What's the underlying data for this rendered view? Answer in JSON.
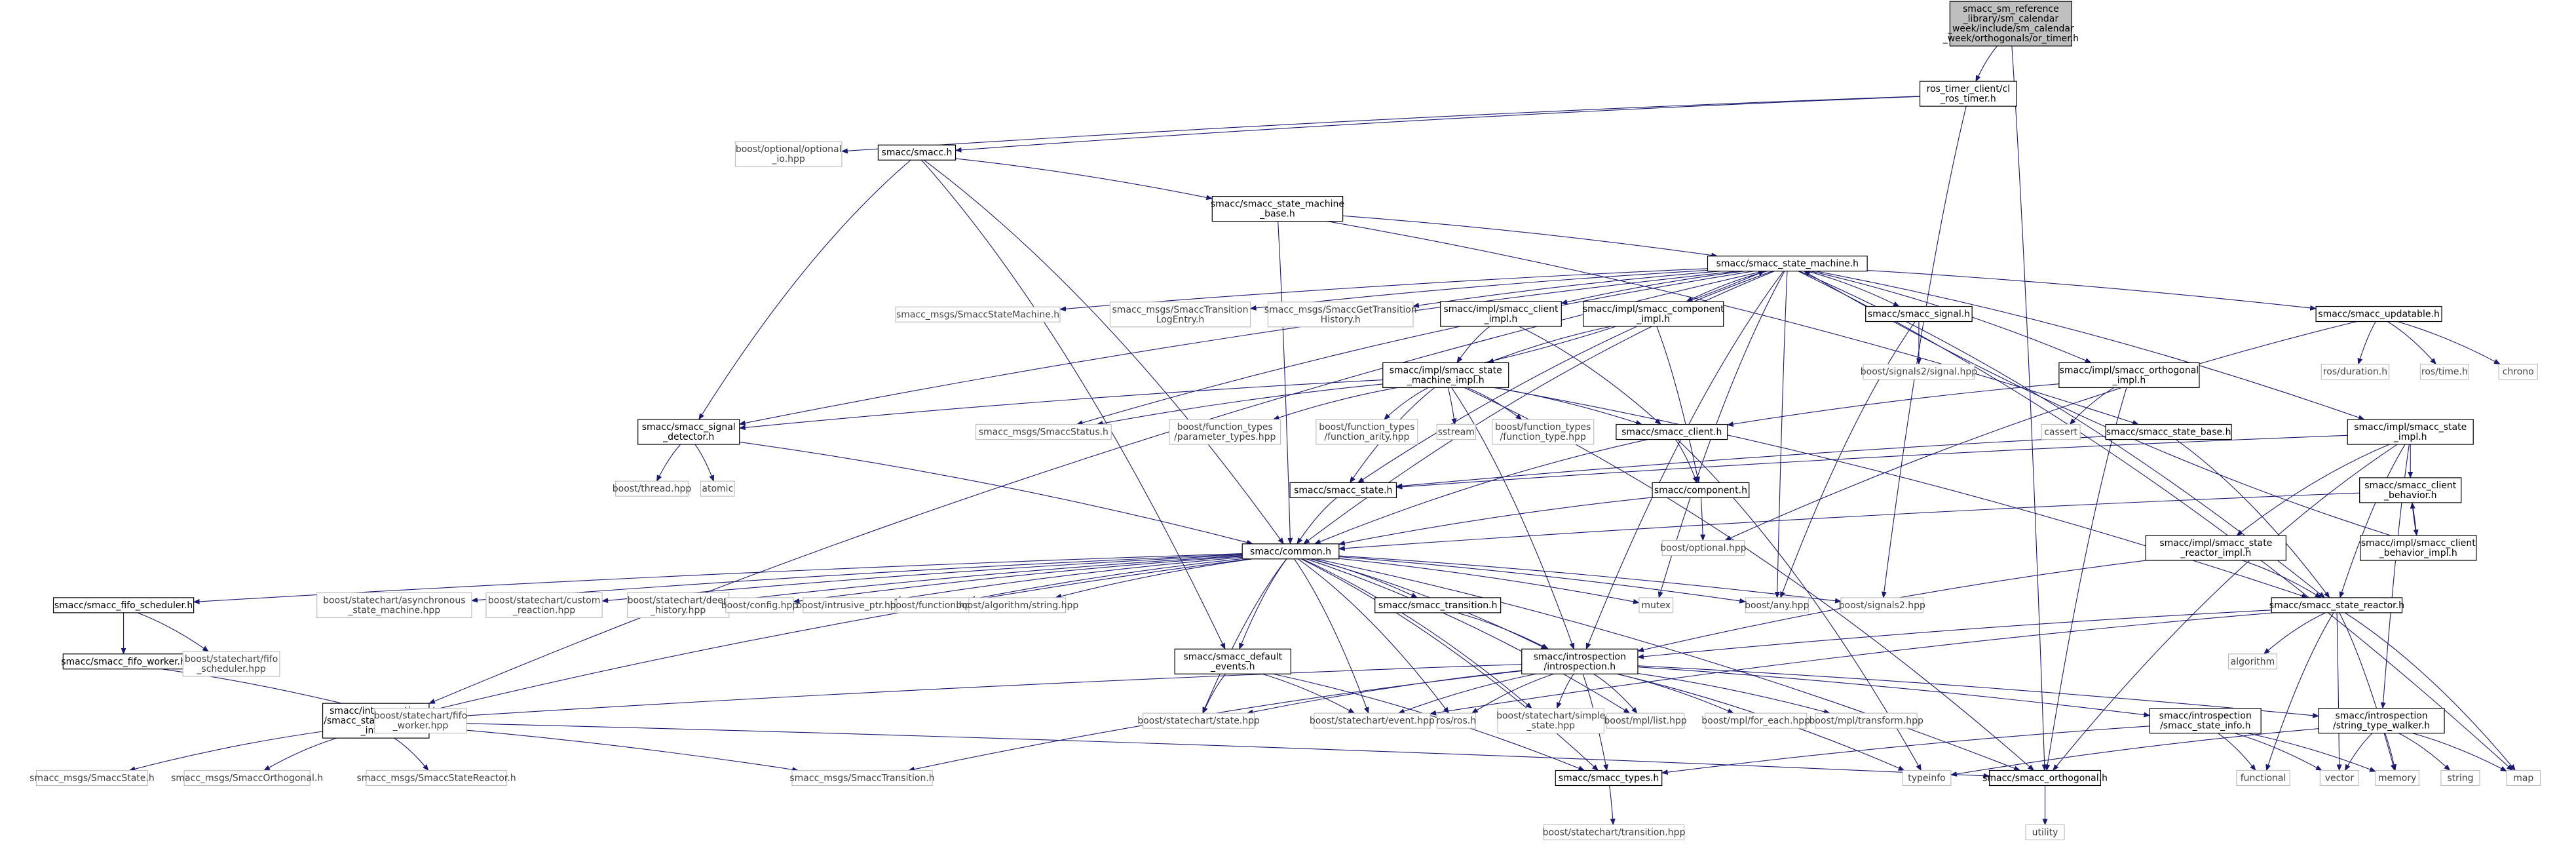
{
  "colors": {
    "background": "#ffffff",
    "edge": "#191970",
    "node_border": "#000000",
    "external_node_border": "#bfbfbf",
    "root_fill": "#bfbfbf"
  },
  "nodes": {
    "root": {
      "lines": [
        "smacc_sm_reference",
        "_library/sm_calendar",
        "_week/include/sm_calendar",
        "_week/orthogonals/or_timer.h"
      ],
      "kind": "root"
    },
    "ros_timer": {
      "lines": [
        "ros_timer_client/cl",
        "_ros_timer.h"
      ],
      "kind": "local"
    },
    "boost_optional_io": {
      "lines": [
        "boost/optional/optional",
        "_io.hpp"
      ],
      "kind": "external"
    },
    "smacc_h": {
      "lines": [
        "smacc/smacc.h"
      ],
      "kind": "local"
    },
    "sm_base": {
      "lines": [
        "smacc/smacc_state_machine",
        "_base.h"
      ],
      "kind": "local"
    },
    "sm_h": {
      "lines": [
        "smacc/smacc_state_machine.h"
      ],
      "kind": "local"
    },
    "msgs_statemachine": {
      "lines": [
        "smacc_msgs/SmaccStateMachine.h"
      ],
      "kind": "external"
    },
    "msgs_translog": {
      "lines": [
        "smacc_msgs/SmaccTransition",
        "LogEntry.h"
      ],
      "kind": "external"
    },
    "msgs_gettrans": {
      "lines": [
        "smacc_msgs/SmaccGetTransition",
        "History.h"
      ],
      "kind": "external"
    },
    "client_impl": {
      "lines": [
        "smacc/impl/smacc_client",
        "_impl.h"
      ],
      "kind": "local"
    },
    "component_impl": {
      "lines": [
        "smacc/impl/smacc_component",
        "_impl.h"
      ],
      "kind": "local"
    },
    "signal_h": {
      "lines": [
        "smacc/smacc_signal.h"
      ],
      "kind": "local"
    },
    "signals2_signal": {
      "lines": [
        "boost/signals2/signal.hpp"
      ],
      "kind": "external"
    },
    "updatable": {
      "lines": [
        "smacc/smacc_updatable.h"
      ],
      "kind": "local"
    },
    "ros_duration": {
      "lines": [
        "ros/duration.h"
      ],
      "kind": "external"
    },
    "ros_time": {
      "lines": [
        "ros/time.h"
      ],
      "kind": "external"
    },
    "chrono": {
      "lines": [
        "chrono"
      ],
      "kind": "external"
    },
    "sm_impl": {
      "lines": [
        "smacc/impl/smacc_state",
        "_machine_impl.h"
      ],
      "kind": "local"
    },
    "orth_impl": {
      "lines": [
        "smacc/impl/smacc_orthogonal",
        "_impl.h"
      ],
      "kind": "local"
    },
    "cassert": {
      "lines": [
        "cassert"
      ],
      "kind": "external"
    },
    "signal_detector": {
      "lines": [
        "smacc/smacc_signal",
        "_detector.h"
      ],
      "kind": "local"
    },
    "msgs_status": {
      "lines": [
        "smacc_msgs/SmaccStatus.h"
      ],
      "kind": "external"
    },
    "ft_param": {
      "lines": [
        "boost/function_types",
        "/parameter_types.hpp"
      ],
      "kind": "external"
    },
    "ft_arity": {
      "lines": [
        "boost/function_types",
        "/function_arity.hpp"
      ],
      "kind": "external"
    },
    "sstream": {
      "lines": [
        "sstream"
      ],
      "kind": "external"
    },
    "ft_type": {
      "lines": [
        "boost/function_types",
        "/function_type.hpp"
      ],
      "kind": "external"
    },
    "client_h": {
      "lines": [
        "smacc/smacc_client.h"
      ],
      "kind": "local"
    },
    "state_base": {
      "lines": [
        "smacc/smacc_state_base.h"
      ],
      "kind": "local"
    },
    "state_impl": {
      "lines": [
        "smacc/impl/smacc_state",
        "_impl.h"
      ],
      "kind": "local"
    },
    "boost_thread": {
      "lines": [
        "boost/thread.hpp"
      ],
      "kind": "external"
    },
    "atomic": {
      "lines": [
        "atomic"
      ],
      "kind": "external"
    },
    "state_h": {
      "lines": [
        "smacc/smacc_state.h"
      ],
      "kind": "local"
    },
    "component_h": {
      "lines": [
        "smacc/component.h"
      ],
      "kind": "local"
    },
    "client_behavior": {
      "lines": [
        "smacc/smacc_client",
        "_behavior.h"
      ],
      "kind": "local"
    },
    "boost_optional": {
      "lines": [
        "boost/optional.hpp"
      ],
      "kind": "external"
    },
    "client_behavior_impl": {
      "lines": [
        "smacc/impl/smacc_client",
        "_behavior_impl.h"
      ],
      "kind": "local"
    },
    "reactor_impl": {
      "lines": [
        "smacc/impl/smacc_state",
        "_reactor_impl.h"
      ],
      "kind": "local"
    },
    "common_h": {
      "lines": [
        "smacc/common.h"
      ],
      "kind": "local"
    },
    "fifo_scheduler": {
      "lines": [
        "smacc/smacc_fifo_scheduler.h"
      ],
      "kind": "local"
    },
    "sc_async": {
      "lines": [
        "boost/statechart/asynchronous",
        "_state_machine.hpp"
      ],
      "kind": "external"
    },
    "sc_custom": {
      "lines": [
        "boost/statechart/custom",
        "_reaction.hpp"
      ],
      "kind": "external"
    },
    "sc_deep": {
      "lines": [
        "boost/statechart/deep",
        "_history.hpp"
      ],
      "kind": "external"
    },
    "boost_config": {
      "lines": [
        "boost/config.hpp"
      ],
      "kind": "external"
    },
    "intrusive_ptr": {
      "lines": [
        "boost/intrusive_ptr.hpp"
      ],
      "kind": "external"
    },
    "boost_function": {
      "lines": [
        "boost/function.hpp"
      ],
      "kind": "external"
    },
    "alg_string": {
      "lines": [
        "boost/algorithm/string.hpp"
      ],
      "kind": "external"
    },
    "transition_h": {
      "lines": [
        "smacc/smacc_transition.h"
      ],
      "kind": "local"
    },
    "mutex": {
      "lines": [
        "mutex"
      ],
      "kind": "external"
    },
    "boost_any": {
      "lines": [
        "boost/any.hpp"
      ],
      "kind": "external"
    },
    "boost_signals2": {
      "lines": [
        "boost/signals2.hpp"
      ],
      "kind": "external"
    },
    "state_reactor": {
      "lines": [
        "smacc/smacc_state_reactor.h"
      ],
      "kind": "local"
    },
    "fifo_worker": {
      "lines": [
        "smacc/smacc_fifo_worker.h"
      ],
      "kind": "local"
    },
    "sc_fifo_sched": {
      "lines": [
        "boost/statechart/fifo",
        "_scheduler.hpp"
      ],
      "kind": "external"
    },
    "default_events": {
      "lines": [
        "smacc/smacc_default",
        "_events.h"
      ],
      "kind": "local"
    },
    "introspection": {
      "lines": [
        "smacc/introspection",
        "/introspection.h"
      ],
      "kind": "local"
    },
    "algorithm": {
      "lines": [
        "algorithm"
      ],
      "kind": "external"
    },
    "sm_info": {
      "lines": [
        "smacc/introspection",
        "/smacc_state_machine",
        "_info.h"
      ],
      "kind": "local"
    },
    "sc_fifo_worker": {
      "lines": [
        "boost/statechart/fifo",
        "_worker.hpp"
      ],
      "kind": "external"
    },
    "sc_state": {
      "lines": [
        "boost/statechart/state.hpp"
      ],
      "kind": "external"
    },
    "sc_event": {
      "lines": [
        "boost/statechart/event.hpp"
      ],
      "kind": "external"
    },
    "ros_h": {
      "lines": [
        "ros/ros.h"
      ],
      "kind": "external"
    },
    "sc_simple_state": {
      "lines": [
        "boost/statechart/simple",
        "_state.hpp"
      ],
      "kind": "external"
    },
    "mpl_list": {
      "lines": [
        "boost/mpl/list.hpp"
      ],
      "kind": "external"
    },
    "mpl_foreach": {
      "lines": [
        "boost/mpl/for_each.hpp"
      ],
      "kind": "external"
    },
    "mpl_transform": {
      "lines": [
        "boost/mpl/transform.hpp"
      ],
      "kind": "external"
    },
    "state_info": {
      "lines": [
        "smacc/introspection",
        "/smacc_state_info.h"
      ],
      "kind": "local"
    },
    "string_walker": {
      "lines": [
        "smacc/introspection",
        "/string_type_walker.h"
      ],
      "kind": "local"
    },
    "msgs_state": {
      "lines": [
        "smacc_msgs/SmaccState.h"
      ],
      "kind": "external"
    },
    "msgs_orthogonal": {
      "lines": [
        "smacc_msgs/SmaccOrthogonal.h"
      ],
      "kind": "external"
    },
    "msgs_reactor": {
      "lines": [
        "smacc_msgs/SmaccStateReactor.h"
      ],
      "kind": "external"
    },
    "msgs_transition": {
      "lines": [
        "smacc_msgs/SmaccTransition.h"
      ],
      "kind": "external"
    },
    "types_h": {
      "lines": [
        "smacc/smacc_types.h"
      ],
      "kind": "local"
    },
    "orthogonal_h": {
      "lines": [
        "smacc/smacc_orthogonal.h"
      ],
      "kind": "local"
    },
    "typeinfo": {
      "lines": [
        "typeinfo"
      ],
      "kind": "external"
    },
    "functional": {
      "lines": [
        "functional"
      ],
      "kind": "external"
    },
    "vector": {
      "lines": [
        "vector"
      ],
      "kind": "external"
    },
    "memory": {
      "lines": [
        "memory"
      ],
      "kind": "external"
    },
    "string": {
      "lines": [
        "string"
      ],
      "kind": "external"
    },
    "map": {
      "lines": [
        "map"
      ],
      "kind": "external"
    },
    "sc_transition": {
      "lines": [
        "boost/statechart/transition.hpp"
      ],
      "kind": "external"
    },
    "utility": {
      "lines": [
        "utility"
      ],
      "kind": "external"
    }
  },
  "edges": [
    [
      "root",
      "ros_timer"
    ],
    [
      "root",
      "orthogonal_h"
    ],
    [
      "ros_timer",
      "boost_optional_io"
    ],
    [
      "ros_timer",
      "smacc_h"
    ],
    [
      "ros_timer",
      "boost_signals2"
    ],
    [
      "smacc_h",
      "sm_base"
    ],
    [
      "smacc_h",
      "common_h"
    ],
    [
      "smacc_h",
      "signal_detector"
    ],
    [
      "smacc_h",
      "default_events"
    ],
    [
      "sm_base",
      "sm_h"
    ],
    [
      "sm_base",
      "common_h"
    ],
    [
      "sm_base",
      "state_base"
    ],
    [
      "sm_h",
      "msgs_statemachine"
    ],
    [
      "sm_h",
      "msgs_translog"
    ],
    [
      "sm_h",
      "msgs_gettrans"
    ],
    [
      "sm_h",
      "client_impl"
    ],
    [
      "sm_h",
      "component_impl"
    ],
    [
      "sm_h",
      "signal_h"
    ],
    [
      "sm_h",
      "updatable"
    ],
    [
      "sm_h",
      "orth_impl"
    ],
    [
      "sm_h",
      "state_impl"
    ],
    [
      "sm_h",
      "msgs_status"
    ],
    [
      "sm_h",
      "common_h"
    ],
    [
      "sm_h",
      "state_h"
    ],
    [
      "sm_h",
      "introspection"
    ],
    [
      "sm_h",
      "mutex"
    ],
    [
      "sm_h",
      "boost_any"
    ],
    [
      "sm_h",
      "state_reactor"
    ],
    [
      "sm_h",
      "map"
    ],
    [
      "sm_h",
      "sm_info"
    ],
    [
      "sm_h",
      "signal_detector"
    ],
    [
      "client_impl",
      "sm_impl"
    ],
    [
      "client_impl",
      "client_h"
    ],
    [
      "component_impl",
      "sm_impl"
    ],
    [
      "component_impl",
      "component_h"
    ],
    [
      "signal_h",
      "signals2_signal"
    ],
    [
      "signal_h",
      "boost_any"
    ],
    [
      "updatable",
      "ros_duration"
    ],
    [
      "updatable",
      "ros_time"
    ],
    [
      "updatable",
      "chrono"
    ],
    [
      "updatable",
      "boost_optional"
    ],
    [
      "orth_impl",
      "client_h"
    ],
    [
      "orth_impl",
      "cassert"
    ],
    [
      "orth_impl",
      "orthogonal_h"
    ],
    [
      "sm_impl",
      "sm_h"
    ],
    [
      "sm_impl",
      "signal_detector"
    ],
    [
      "sm_impl",
      "msgs_status"
    ],
    [
      "sm_impl",
      "ft_param"
    ],
    [
      "sm_impl",
      "ft_arity"
    ],
    [
      "sm_impl",
      "sstream"
    ],
    [
      "sm_impl",
      "ft_type"
    ],
    [
      "sm_impl",
      "client_h"
    ],
    [
      "sm_impl",
      "state_h"
    ],
    [
      "sm_impl",
      "introspection"
    ],
    [
      "sm_impl",
      "state_reactor"
    ],
    [
      "sm_impl",
      "orthogonal_h"
    ],
    [
      "signal_detector",
      "boost_thread"
    ],
    [
      "signal_detector",
      "atomic"
    ],
    [
      "signal_detector",
      "common_h"
    ],
    [
      "client_h",
      "common_h"
    ],
    [
      "client_h",
      "component_h"
    ],
    [
      "client_h",
      "typeinfo"
    ],
    [
      "state_base",
      "state_h"
    ],
    [
      "state_base",
      "state_reactor"
    ],
    [
      "state_impl",
      "state_h"
    ],
    [
      "state_impl",
      "client_behavior"
    ],
    [
      "state_impl",
      "reactor_impl"
    ],
    [
      "state_impl",
      "orthogonal_h"
    ],
    [
      "state_impl",
      "state_reactor"
    ],
    [
      "state_impl",
      "string_walker"
    ],
    [
      "state_h",
      "common_h"
    ],
    [
      "component_h",
      "common_h"
    ],
    [
      "component_h",
      "boost_optional"
    ],
    [
      "client_behavior",
      "common_h"
    ],
    [
      "client_behavior",
      "client_behavior_impl"
    ],
    [
      "client_behavior_impl",
      "client_behavior"
    ],
    [
      "client_behavior_impl",
      "sm_h"
    ],
    [
      "reactor_impl",
      "state_reactor"
    ],
    [
      "reactor_impl",
      "introspection"
    ],
    [
      "common_h",
      "sc_async"
    ],
    [
      "common_h",
      "sc_custom"
    ],
    [
      "common_h",
      "sc_deep"
    ],
    [
      "common_h",
      "boost_config"
    ],
    [
      "common_h",
      "intrusive_ptr"
    ],
    [
      "common_h",
      "boost_function"
    ],
    [
      "common_h",
      "alg_string"
    ],
    [
      "common_h",
      "transition_h"
    ],
    [
      "common_h",
      "mutex"
    ],
    [
      "common_h",
      "boost_any"
    ],
    [
      "common_h",
      "boost_signals2"
    ],
    [
      "common_h",
      "fifo_scheduler"
    ],
    [
      "common_h",
      "default_events"
    ],
    [
      "common_h",
      "introspection"
    ],
    [
      "common_h",
      "sc_state"
    ],
    [
      "common_h",
      "sc_event"
    ],
    [
      "common_h",
      "ros_h"
    ],
    [
      "common_h",
      "sc_simple_state"
    ],
    [
      "common_h",
      "mpl_list"
    ],
    [
      "common_h",
      "types_h"
    ],
    [
      "common_h",
      "orthogonal_h"
    ],
    [
      "common_h",
      "sm_info"
    ],
    [
      "fifo_scheduler",
      "fifo_worker"
    ],
    [
      "fifo_scheduler",
      "sc_fifo_sched"
    ],
    [
      "fifo_worker",
      "sc_fifo_worker"
    ],
    [
      "transition_h",
      "introspection"
    ],
    [
      "state_reactor",
      "introspection"
    ],
    [
      "state_reactor",
      "algorithm"
    ],
    [
      "state_reactor",
      "functional"
    ],
    [
      "state_reactor",
      "vector"
    ],
    [
      "state_reactor",
      "memory"
    ],
    [
      "state_reactor",
      "map"
    ],
    [
      "state_reactor",
      "sc_event"
    ],
    [
      "default_events",
      "sc_state"
    ],
    [
      "default_events",
      "sc_event"
    ],
    [
      "default_events",
      "types_h"
    ],
    [
      "introspection",
      "sc_state"
    ],
    [
      "introspection",
      "sc_event"
    ],
    [
      "introspection",
      "ros_h"
    ],
    [
      "introspection",
      "sc_simple_state"
    ],
    [
      "introspection",
      "mpl_list"
    ],
    [
      "introspection",
      "mpl_foreach"
    ],
    [
      "introspection",
      "mpl_transform"
    ],
    [
      "introspection",
      "typeinfo"
    ],
    [
      "introspection",
      "state_info"
    ],
    [
      "introspection",
      "string_walker"
    ],
    [
      "introspection",
      "types_h"
    ],
    [
      "introspection",
      "msgs_transition"
    ],
    [
      "introspection",
      "sm_info"
    ],
    [
      "sm_info",
      "msgs_state"
    ],
    [
      "sm_info",
      "msgs_orthogonal"
    ],
    [
      "sm_info",
      "msgs_reactor"
    ],
    [
      "sm_info",
      "msgs_transition"
    ],
    [
      "sm_info",
      "orthogonal_h"
    ],
    [
      "state_info",
      "functional"
    ],
    [
      "state_info",
      "memory"
    ],
    [
      "state_info",
      "vector"
    ],
    [
      "state_info",
      "types_h"
    ],
    [
      "string_walker",
      "typeinfo"
    ],
    [
      "string_walker",
      "vector"
    ],
    [
      "string_walker",
      "memory"
    ],
    [
      "string_walker",
      "string"
    ],
    [
      "string_walker",
      "map"
    ],
    [
      "types_h",
      "sc_transition"
    ],
    [
      "orthogonal_h",
      "utility"
    ]
  ]
}
